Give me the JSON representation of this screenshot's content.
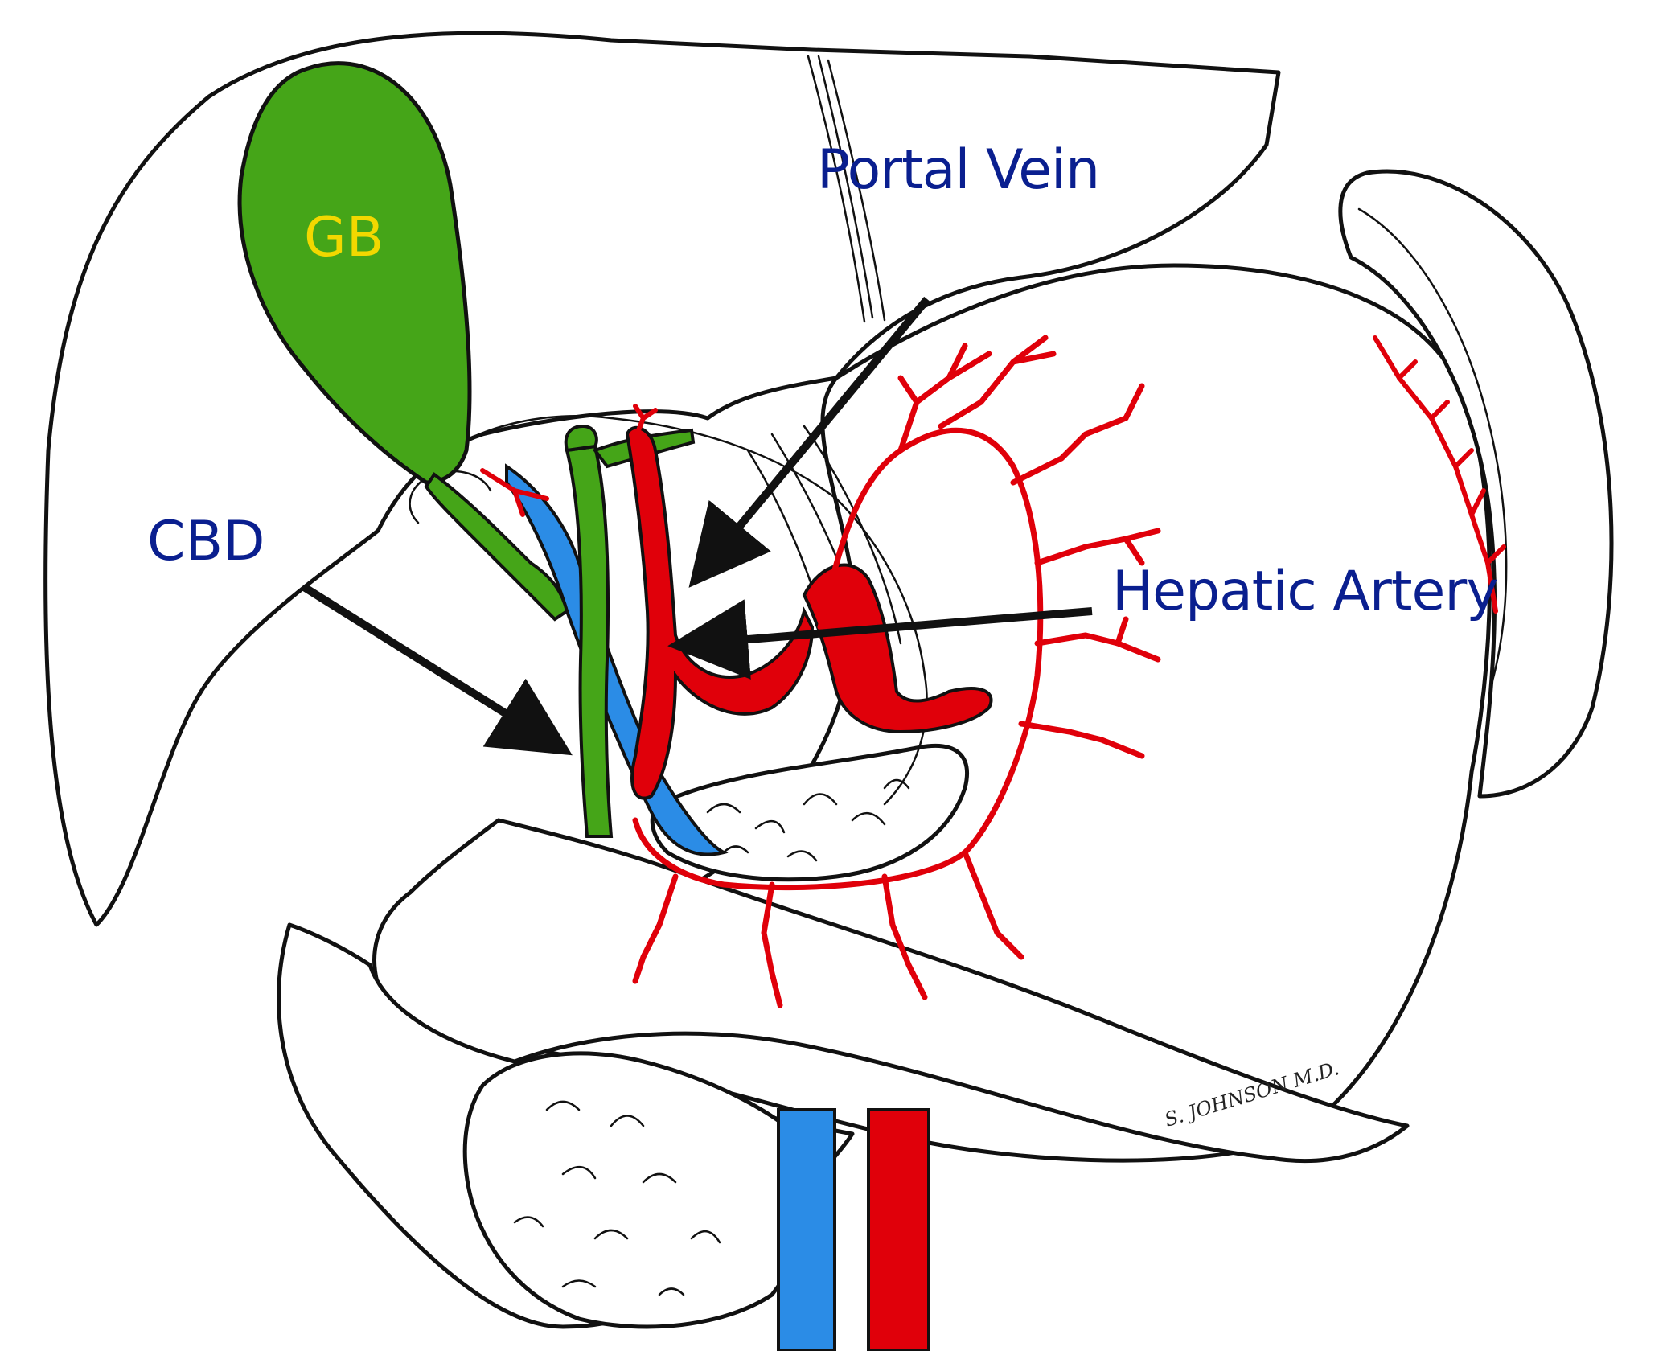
{
  "labels": {
    "gb": "GB",
    "portal_vein": "Portal Vein",
    "cbd": "CBD",
    "hepatic_artery": "Hepatic Artery"
  },
  "signature": "S. JOHNSON M.D.",
  "colors": {
    "gallbladder_bile_duct": "#45a518",
    "artery": "#e0000a",
    "vein": "#2b8ce6",
    "outline": "#111111",
    "label_blue": "#0a1f8f",
    "label_yellow": "#f2d800"
  }
}
